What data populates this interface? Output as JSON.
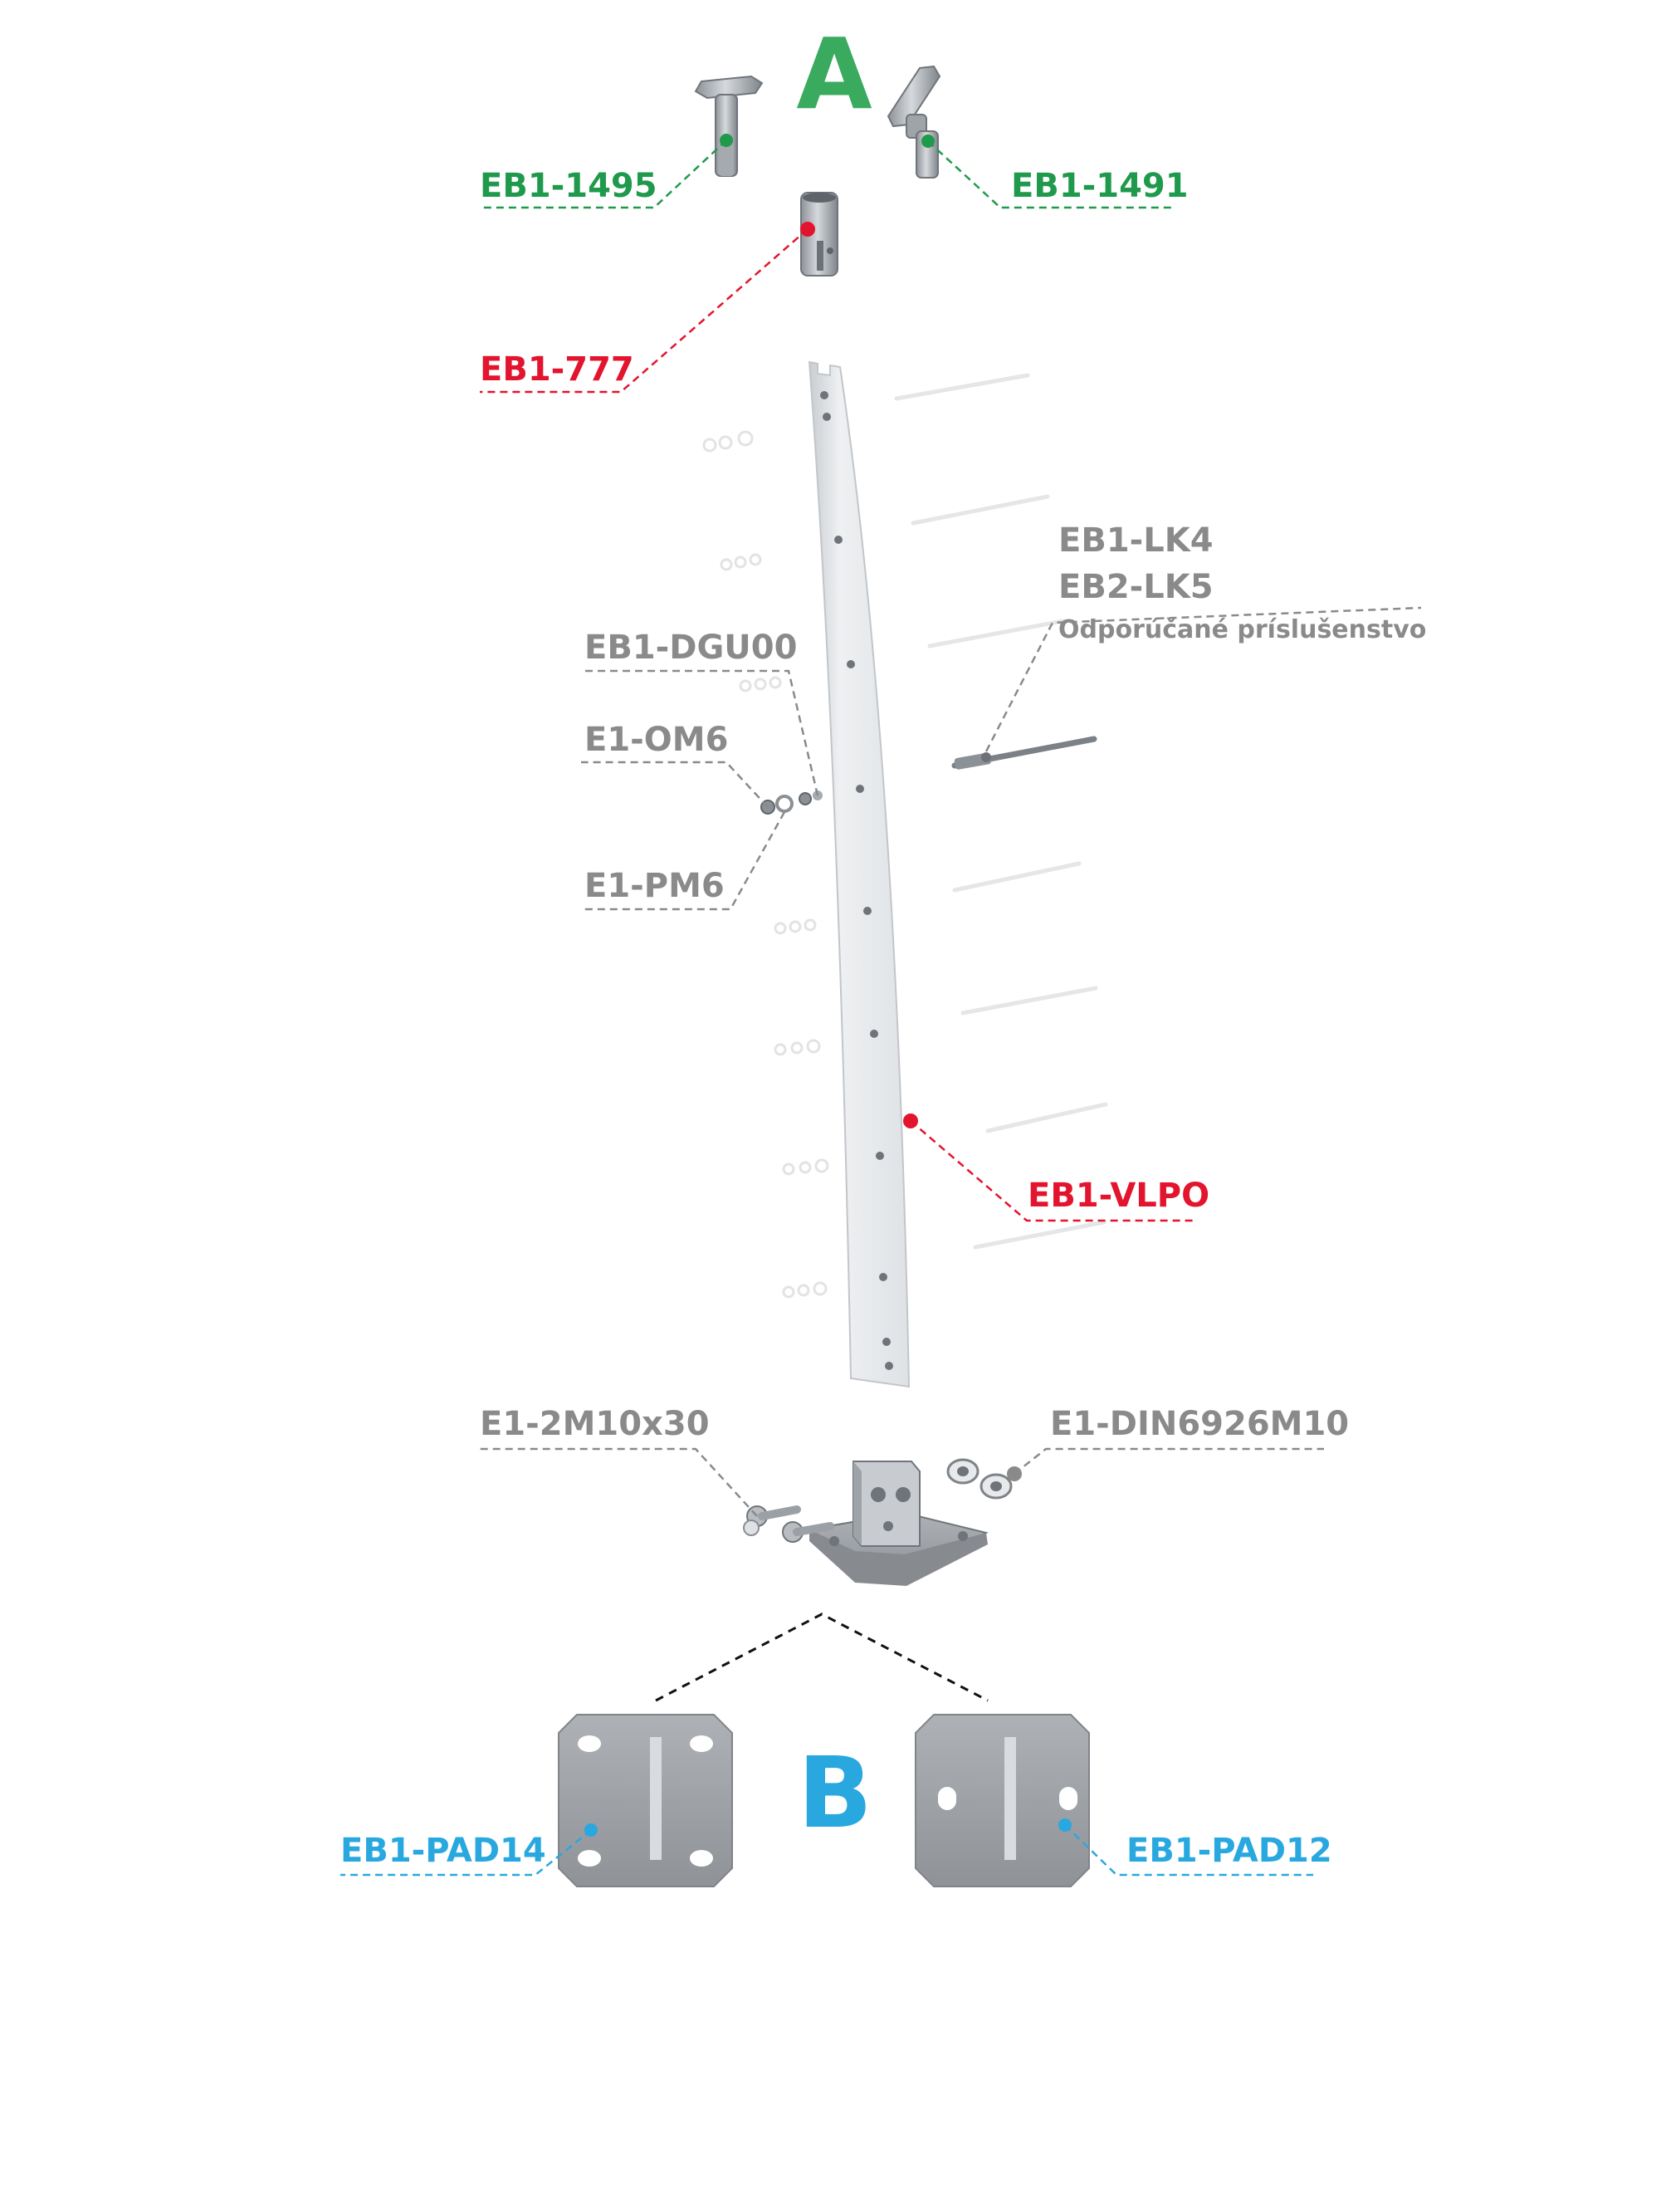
{
  "groups": {
    "a": {
      "letter": "A",
      "color": "#3aaa5e"
    },
    "b": {
      "letter": "B",
      "color": "#29a8e0"
    }
  },
  "colors": {
    "green": "#1f9a4c",
    "red": "#e3142d",
    "gray": "#8a8a8a",
    "blue": "#29a8e0",
    "metal": "#b4b8bd",
    "post": "#e6e8ea"
  },
  "labels": {
    "eb1_1495": "EB1-1495",
    "eb1_1491": "EB1-1491",
    "eb1_777": "EB1-777",
    "eb1_lk4": "EB1-LK4",
    "eb2_lk5": "EB2-LK5",
    "accessory_note": "Odporúčané príslušenstvo",
    "eb1_dgu00": "EB1-DGU00",
    "e1_om6": "E1-OM6",
    "e1_pm6": "E1-PM6",
    "eb1_vlpo": "EB1-VLPO",
    "e1_2m10x30": "E1-2M10x30",
    "e1_din6926m10": "E1-DIN6926M10",
    "eb1_pad14": "EB1-PAD14",
    "eb1_pad12": "EB1-PAD12"
  },
  "icons": [
    "t-handrail-adapter-icon",
    "tilting-handrail-adapter-icon",
    "tube-connector-icon",
    "curved-post-icon",
    "cable-tensioner-icon",
    "washer-nut-icon",
    "bolt-icon",
    "base-bracket-icon",
    "base-plate-icon"
  ]
}
